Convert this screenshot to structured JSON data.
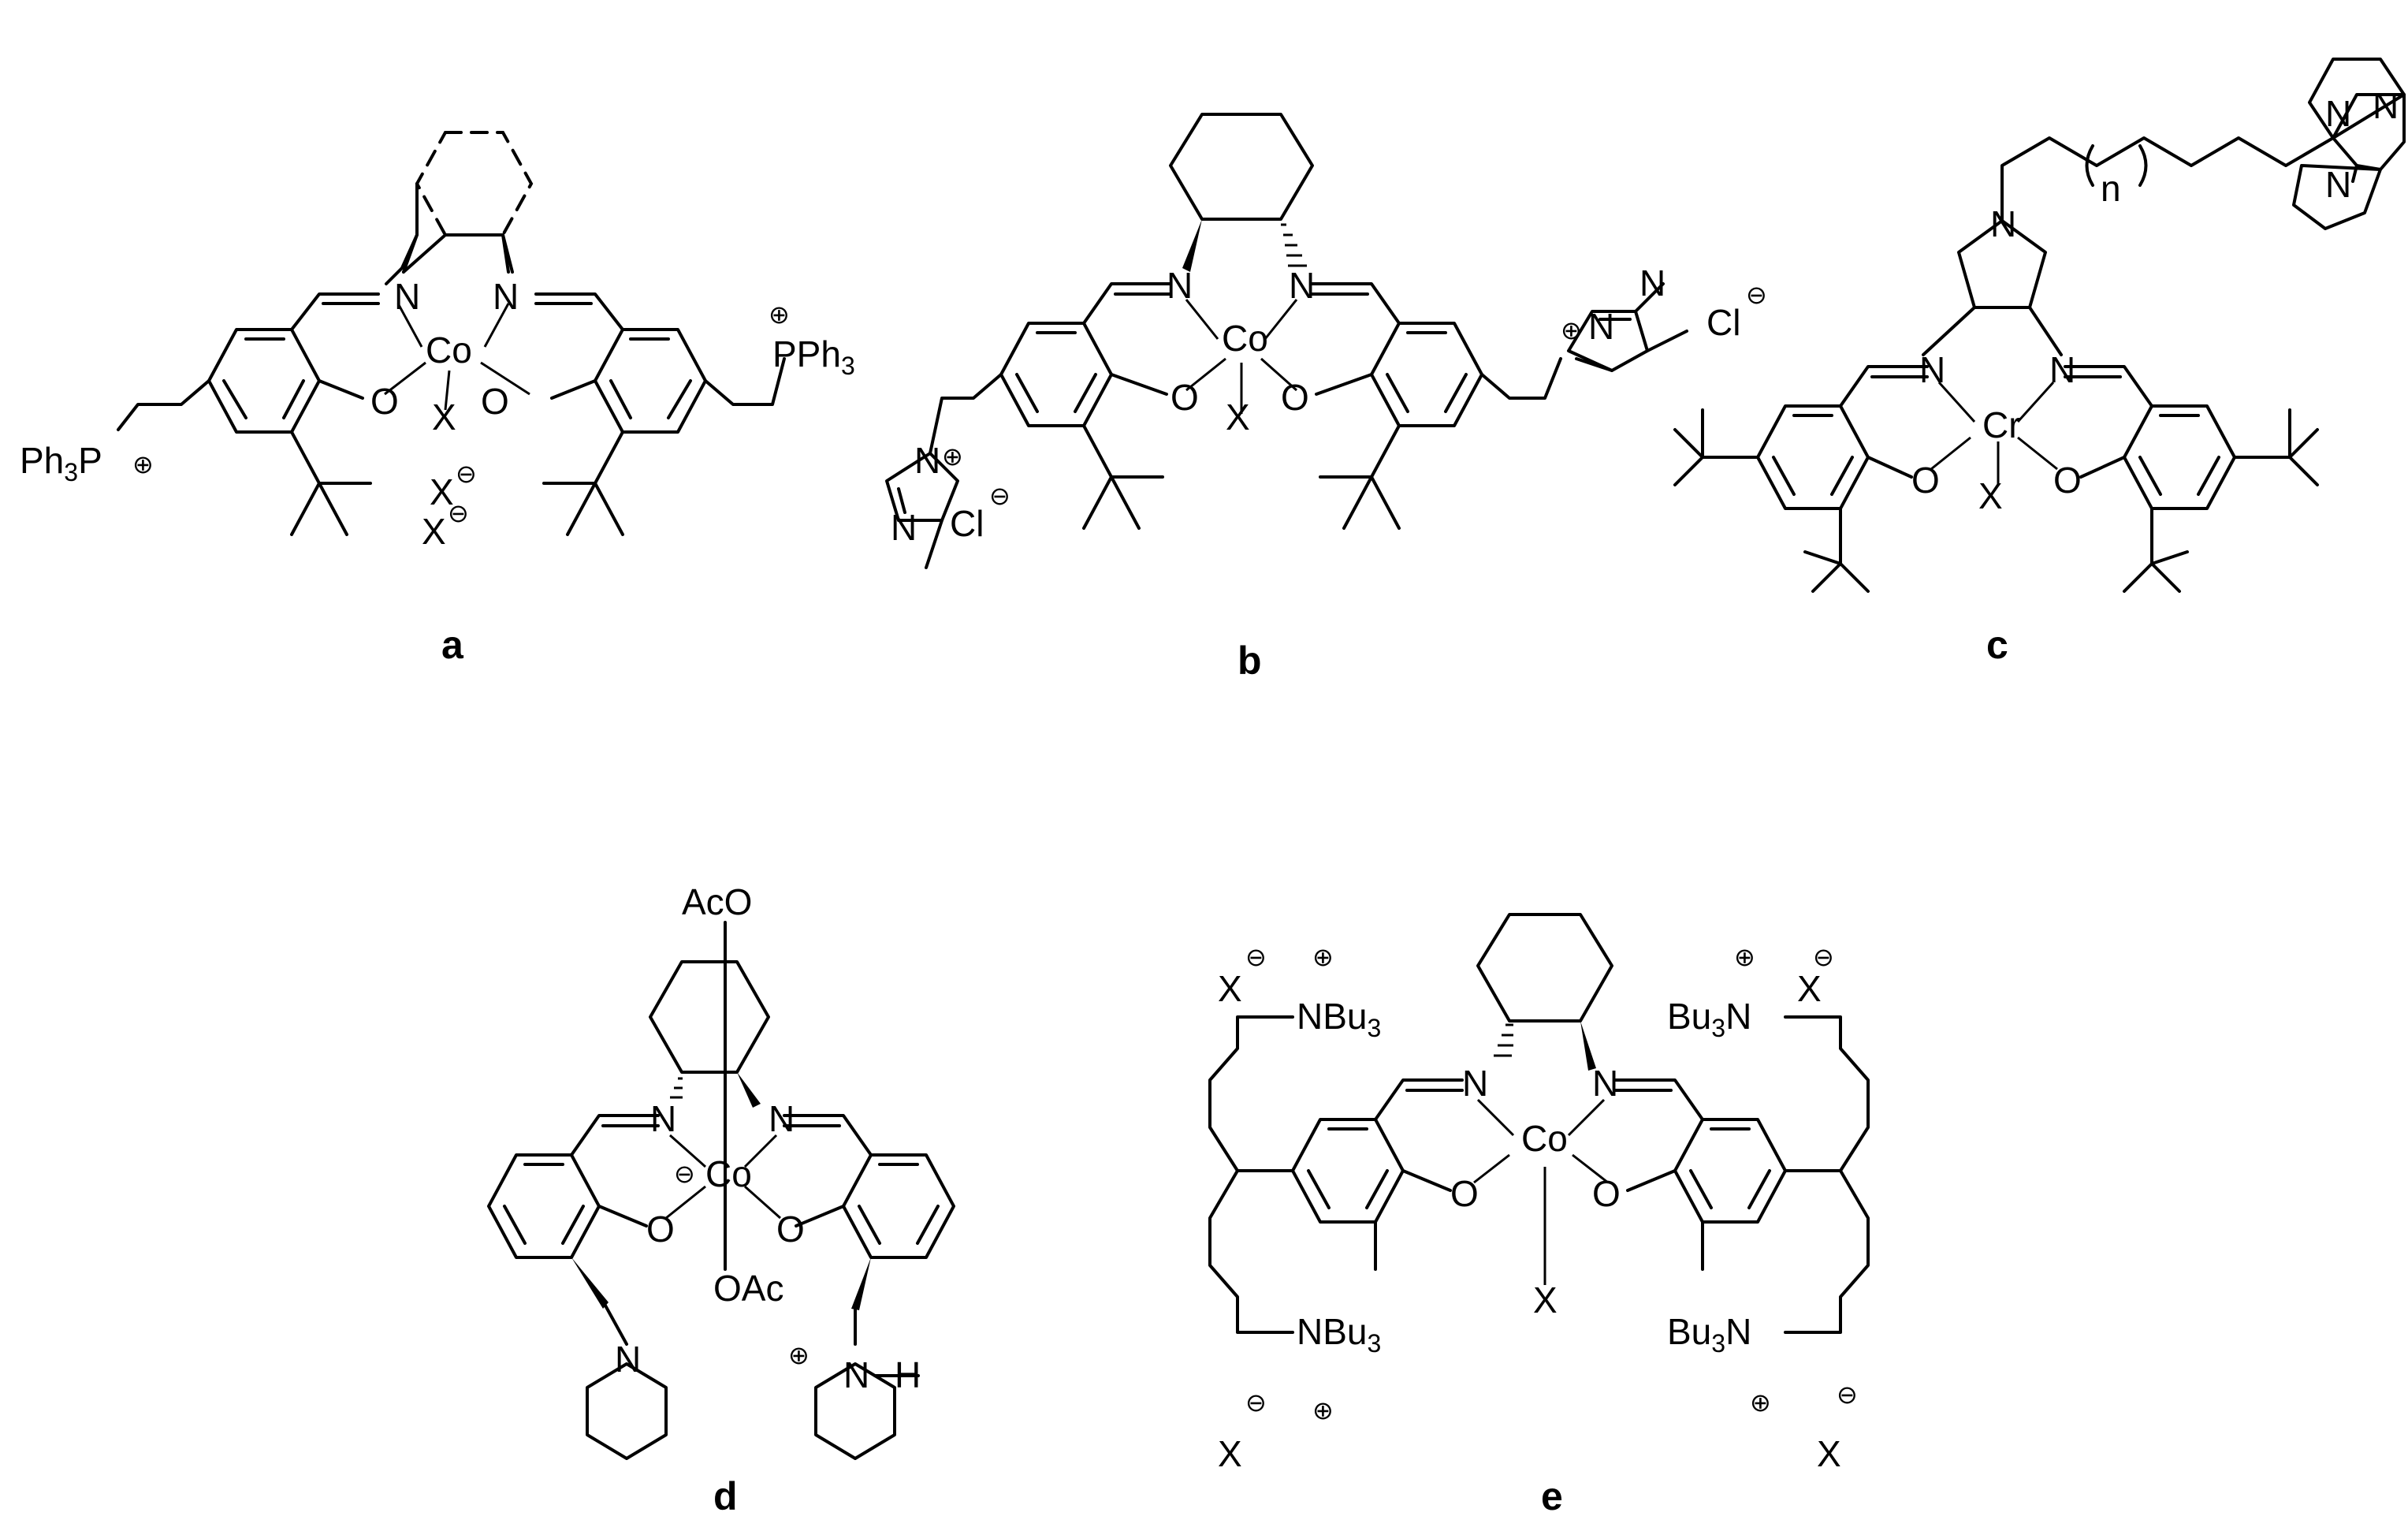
{
  "figure": {
    "panels": [
      {
        "label": "a",
        "metal": "Co",
        "atoms": {
          "N1": "N",
          "N2": "N",
          "O1": "O",
          "O2": "O",
          "X": "X",
          "Xa": "X",
          "Xb": "X",
          "P1": "Ph",
          "P1sub": "3",
          "P1b": "P",
          "P2": "PPh",
          "P2sub": "3"
        },
        "charges": [
          "⊕",
          "⊕",
          "⊖",
          "⊖"
        ]
      },
      {
        "label": "b",
        "metal": "Co",
        "atoms": {
          "N1": "N",
          "N2": "N",
          "O1": "O",
          "O2": "O",
          "X": "X",
          "Cl": "Cl",
          "Nim": "N"
        },
        "charges": [
          "⊕",
          "⊕",
          "⊖",
          "⊖"
        ]
      },
      {
        "label": "c",
        "metal": "Cr",
        "atoms": {
          "N1": "N",
          "N2": "N",
          "O1": "O",
          "O2": "O",
          "X": "X",
          "Npyr": "N",
          "Nbicyc": "N",
          "n": "n"
        }
      },
      {
        "label": "d",
        "metal": "Co",
        "atoms": {
          "AcO": "AcO",
          "OAc": "OAc",
          "N1": "N",
          "N2": "N",
          "O1": "O",
          "O2": "O",
          "Npip": "N",
          "H": "H"
        },
        "charges": [
          "⊖",
          "⊕"
        ]
      },
      {
        "label": "e",
        "metal": "Co",
        "atoms": {
          "N1": "N",
          "N2": "N",
          "O1": "O",
          "O2": "O",
          "X": "X",
          "NBu": "NBu",
          "NBusub": "3",
          "BuN": "Bu",
          "BuNsub": "3",
          "BuNN": "N"
        },
        "charges": [
          "⊕",
          "⊖"
        ]
      }
    ]
  }
}
